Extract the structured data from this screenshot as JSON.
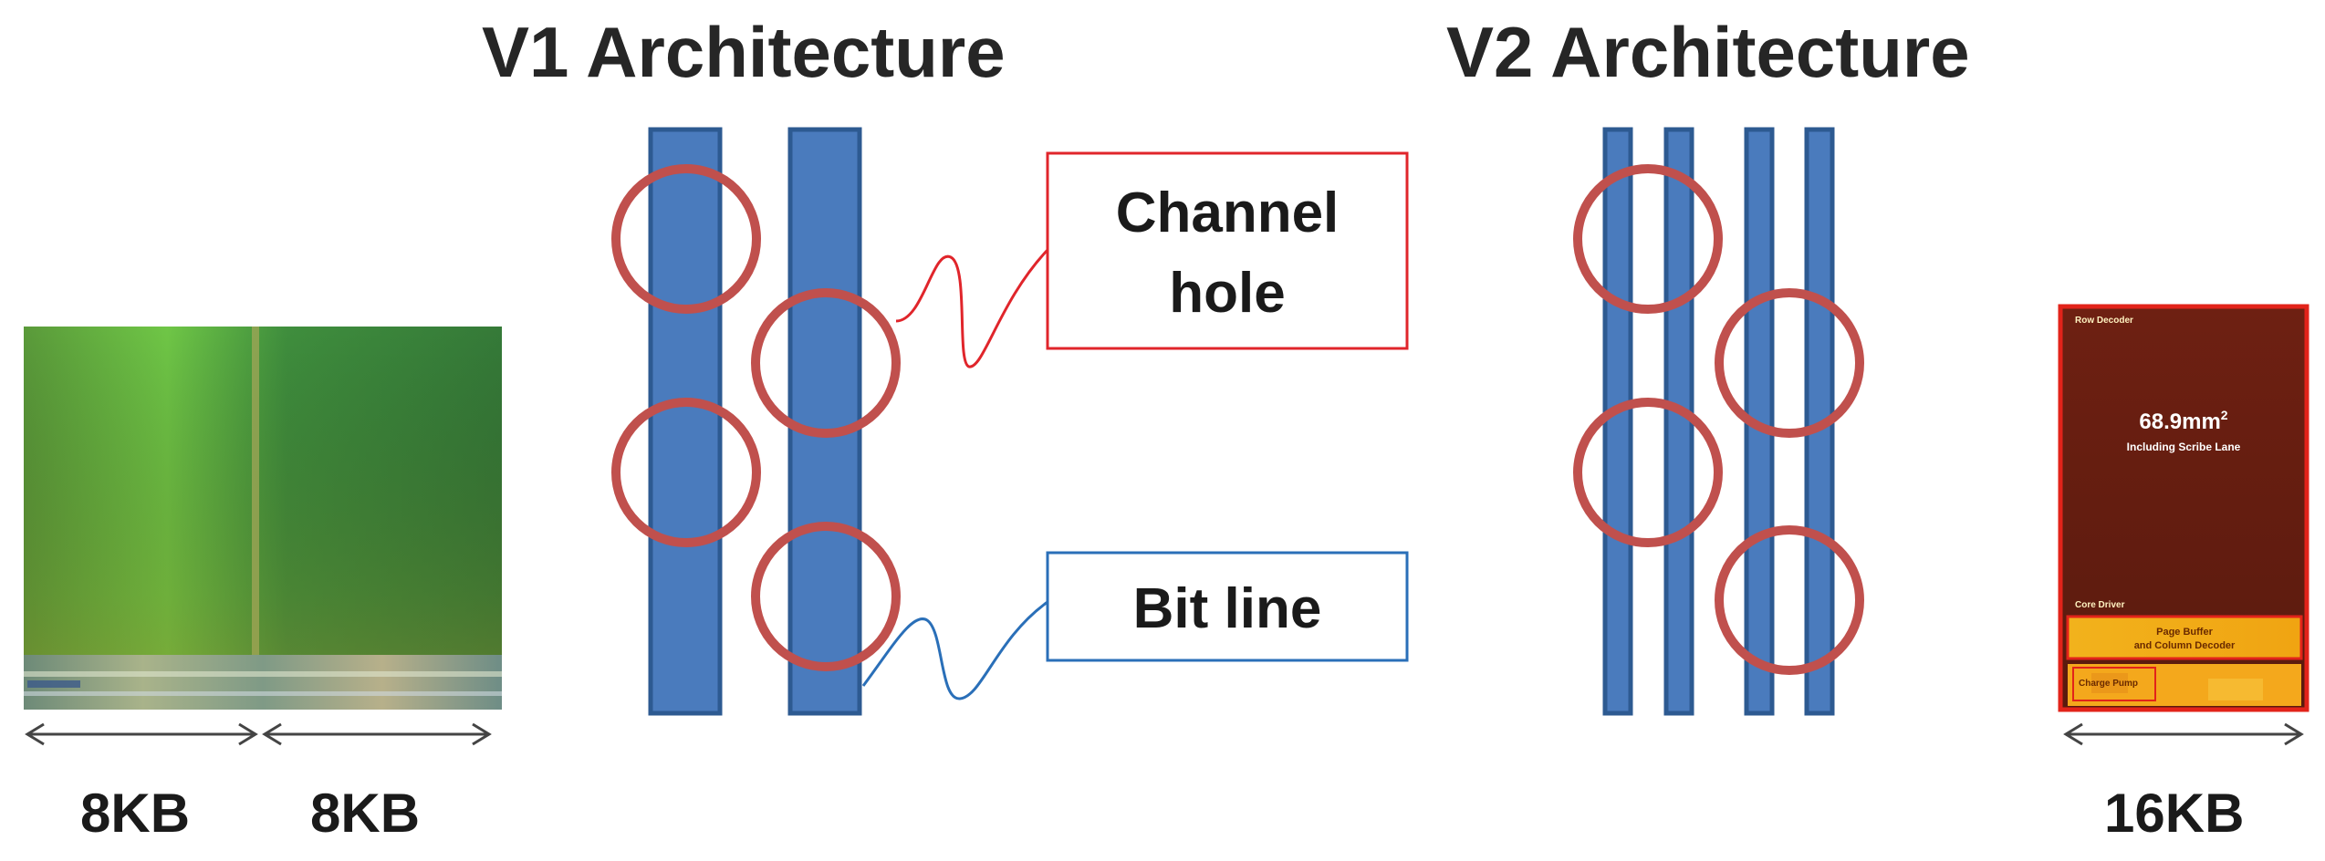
{
  "titles": {
    "v1": "V1 Architecture",
    "v2": "V2 Architecture"
  },
  "labels": {
    "channel_hole_line1": "Channel",
    "channel_hole_line2": "hole",
    "bit_line": "Bit line"
  },
  "widths": {
    "left_a": "8KB",
    "left_b": "8KB",
    "right": "16KB"
  },
  "die": {
    "area_value": "68.9mm",
    "area_sup": "2",
    "area_note": "Including Scribe Lane",
    "row_decoder": "Row Decoder",
    "core_driver": "Core Driver",
    "page_buffer_line1": "Page Buffer",
    "page_buffer_line2": "and Column Decoder",
    "charge_pump": "Charge Pump"
  },
  "colors": {
    "bit_line": "#4a7bbd",
    "bit_line_edge": "#2d5a91",
    "channel_hole": "#c0504d",
    "callout_red": "#e0252b",
    "callout_blue": "#2a6fb8"
  }
}
